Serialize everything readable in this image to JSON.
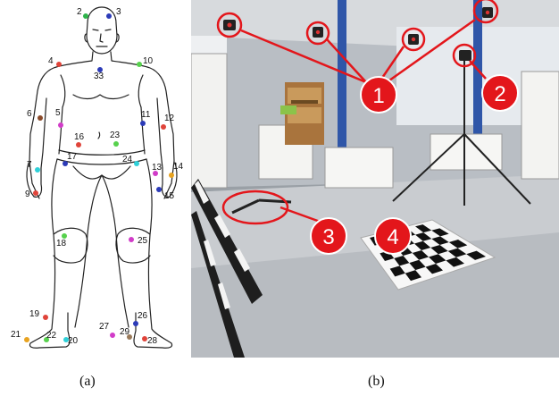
{
  "panels": {
    "a_label": "(a)",
    "b_label": "(b)"
  },
  "markers": [
    {
      "id": "2",
      "color": "#2db34a"
    },
    {
      "id": "3",
      "color": "#2c3bb8"
    },
    {
      "id": "4",
      "color": "#e0443a"
    },
    {
      "id": "10",
      "color": "#57d14d"
    },
    {
      "id": "33",
      "color": "#2c3bb8"
    },
    {
      "id": "6",
      "color": "#8a4a2a"
    },
    {
      "id": "5",
      "color": "#d13cc8"
    },
    {
      "id": "16",
      "color": "#e0443a"
    },
    {
      "id": "23",
      "color": "#57d14d"
    },
    {
      "id": "11",
      "color": "#2c3bb8"
    },
    {
      "id": "12",
      "color": "#e0443a"
    },
    {
      "id": "7",
      "color": "#2fd0d8"
    },
    {
      "id": "17",
      "color": "#2c3bb8"
    },
    {
      "id": "24",
      "color": "#2fd0d8"
    },
    {
      "id": "13",
      "color": "#d13cc8"
    },
    {
      "id": "14",
      "color": "#e8a320"
    },
    {
      "id": "9",
      "color": "#e0443a"
    },
    {
      "id": "15",
      "color": "#2c3bb8"
    },
    {
      "id": "18",
      "color": "#57d14d"
    },
    {
      "id": "25",
      "color": "#d13cc8"
    },
    {
      "id": "19",
      "color": "#e0443a"
    },
    {
      "id": "26",
      "color": "#2c3bb8"
    },
    {
      "id": "21",
      "color": "#e8a320"
    },
    {
      "id": "22",
      "color": "#57d14d"
    },
    {
      "id": "20",
      "color": "#2fd0d8"
    },
    {
      "id": "27",
      "color": "#d13cc8"
    },
    {
      "id": "29",
      "color": "#9a7a5a"
    },
    {
      "id": "28",
      "color": "#e0443a"
    }
  ],
  "callouts": [
    {
      "id": "1",
      "meaning": "cameras"
    },
    {
      "id": "2",
      "meaning": "camera on tripod"
    },
    {
      "id": "3",
      "meaning": "calibration wand"
    },
    {
      "id": "4",
      "meaning": "checkerboard"
    }
  ],
  "callout_labels": [
    "1",
    "2",
    "3",
    "4"
  ],
  "colors": {
    "callout_ring": "#e3161b",
    "callout_fill": "#e3161b"
  }
}
